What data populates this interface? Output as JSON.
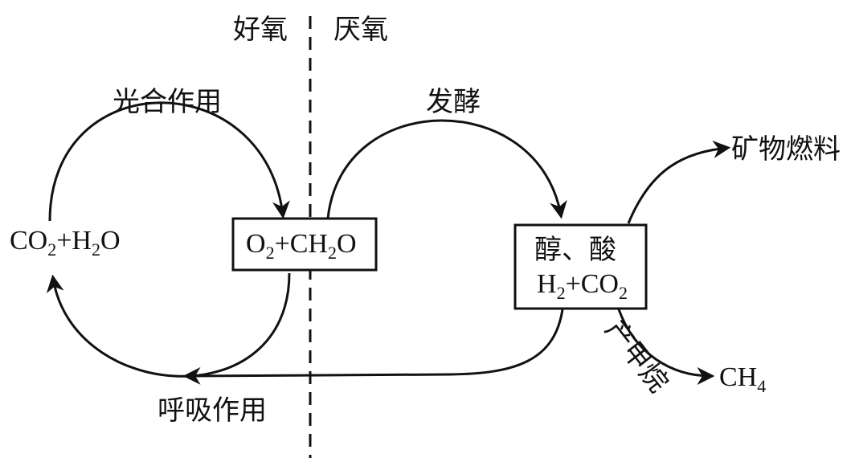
{
  "regions": {
    "aerobic": "好氧",
    "anaerobic": "厌氧"
  },
  "processes": {
    "photosynthesis": "光合作用",
    "respiration": "呼吸作用",
    "fermentation": "发酵",
    "methanogenesis": "产甲烷"
  },
  "nodes": {
    "co2_h2o": {
      "a": "CO",
      "a_sub": "2",
      "b": "+H",
      "b_sub": "2",
      "c": "O"
    },
    "o2_ch2o": {
      "a": "O",
      "a_sub": "2",
      "b": "+CH",
      "b_sub": "2",
      "c": "O"
    },
    "alcohol_acid": {
      "line1": "醇、酸",
      "line2": {
        "a": "H",
        "a_sub": "2",
        "b": "+CO",
        "b_sub": "2"
      }
    },
    "fossil_fuel": "矿物燃料",
    "ch4": {
      "a": "CH",
      "a_sub": "4"
    }
  }
}
